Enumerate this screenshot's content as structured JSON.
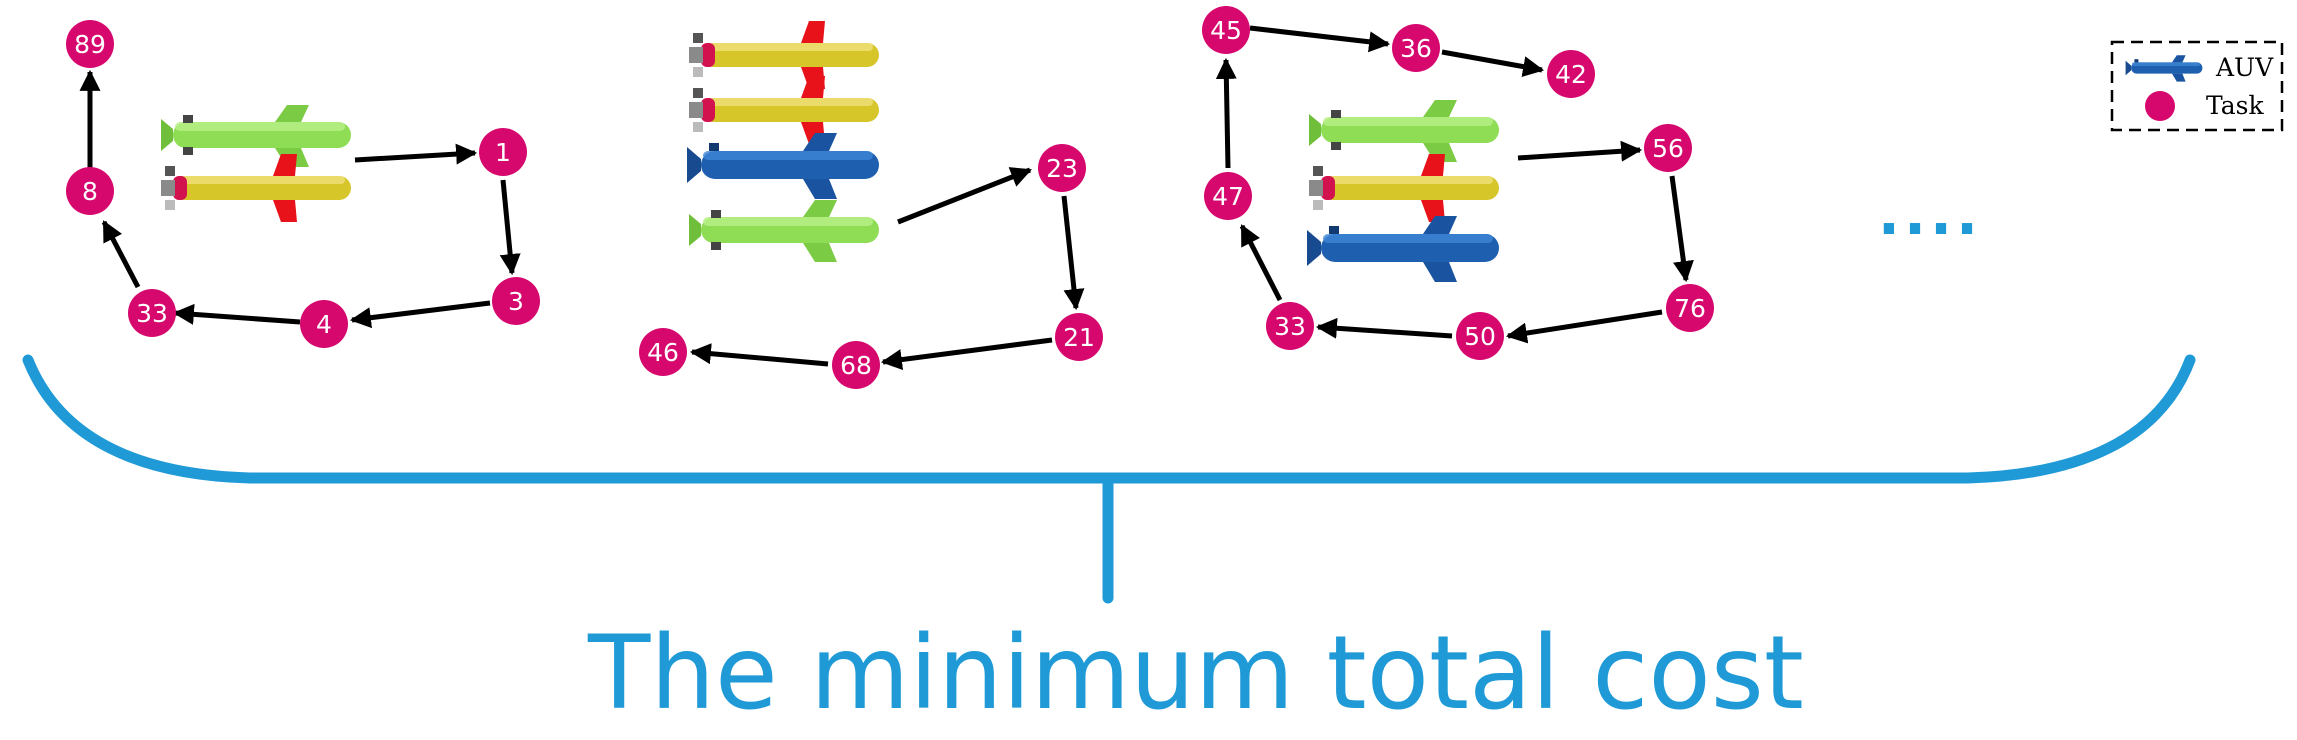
{
  "colors": {
    "task": "#d6086e",
    "arrow": "#000000",
    "brace": "#1f9ad6",
    "auv_green": "#8fdc55",
    "auv_yellow": "#d7c62a",
    "auv_blue": "#1f5fb0",
    "auv_fin_red": "#e8121a"
  },
  "legend": {
    "auv_label": "AUV",
    "task_label": "Task"
  },
  "groups": [
    {
      "auvs": [
        "green",
        "yellow-red"
      ],
      "tasks": [
        "1",
        "3",
        "4",
        "33",
        "8",
        "89"
      ]
    },
    {
      "auvs": [
        "yellow-red",
        "yellow-red",
        "blue",
        "green"
      ],
      "tasks": [
        "23",
        "21",
        "68",
        "46"
      ]
    },
    {
      "auvs": [
        "green",
        "yellow-red",
        "blue"
      ],
      "tasks": [
        "56",
        "76",
        "50",
        "33",
        "47",
        "45",
        "36",
        "42"
      ]
    }
  ],
  "continuation": "....",
  "caption": "The minimum total cost"
}
